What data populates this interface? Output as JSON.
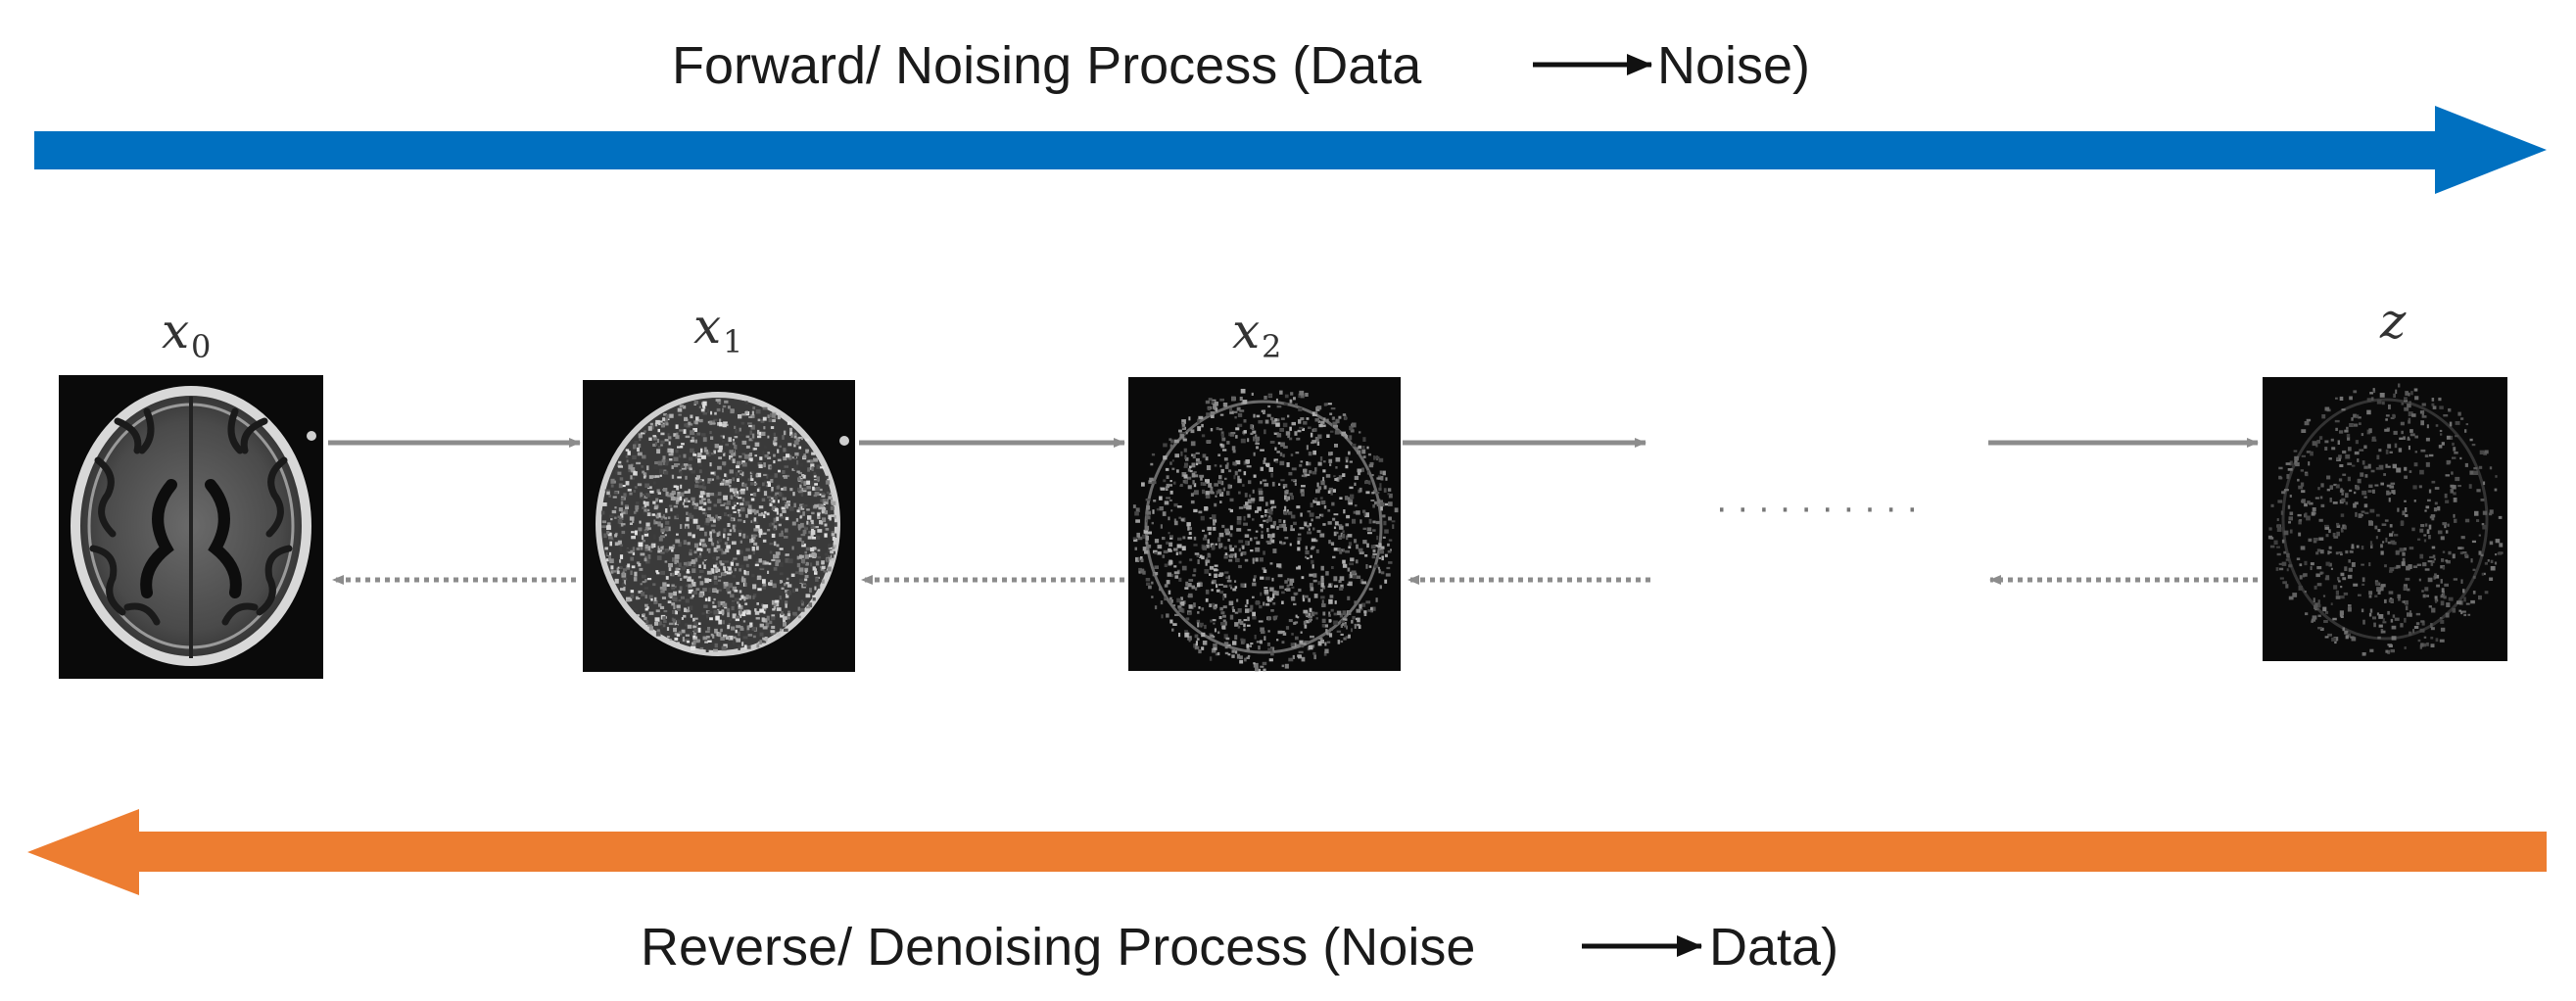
{
  "forward_process": {
    "prefix": "Forward/ Noising Process (Data",
    "suffix": "Noise)",
    "arrow_color": "#0070c0"
  },
  "reverse_process": {
    "prefix": "Reverse/ Denoising Process (Noise",
    "suffix": "Data)",
    "arrow_color": "#ed7d31"
  },
  "stages": [
    {
      "symbol": "x",
      "subscript": "0",
      "noise_level": 0.0
    },
    {
      "symbol": "x",
      "subscript": "1",
      "noise_level": 0.55
    },
    {
      "symbol": "x",
      "subscript": "2",
      "noise_level": 0.8
    },
    {
      "symbol": "z",
      "subscript": "",
      "noise_level": 1.0
    }
  ],
  "ellipsis": "· · · · · · · · · ·",
  "colors": {
    "step_arrow": "#8c8c8c",
    "image_background": "#0a0a0a"
  },
  "icons": {
    "forward_arrow": "right-arrow-icon",
    "reverse_arrow": "left-arrow-icon",
    "inline_arrow": "long-right-arrow-icon"
  }
}
